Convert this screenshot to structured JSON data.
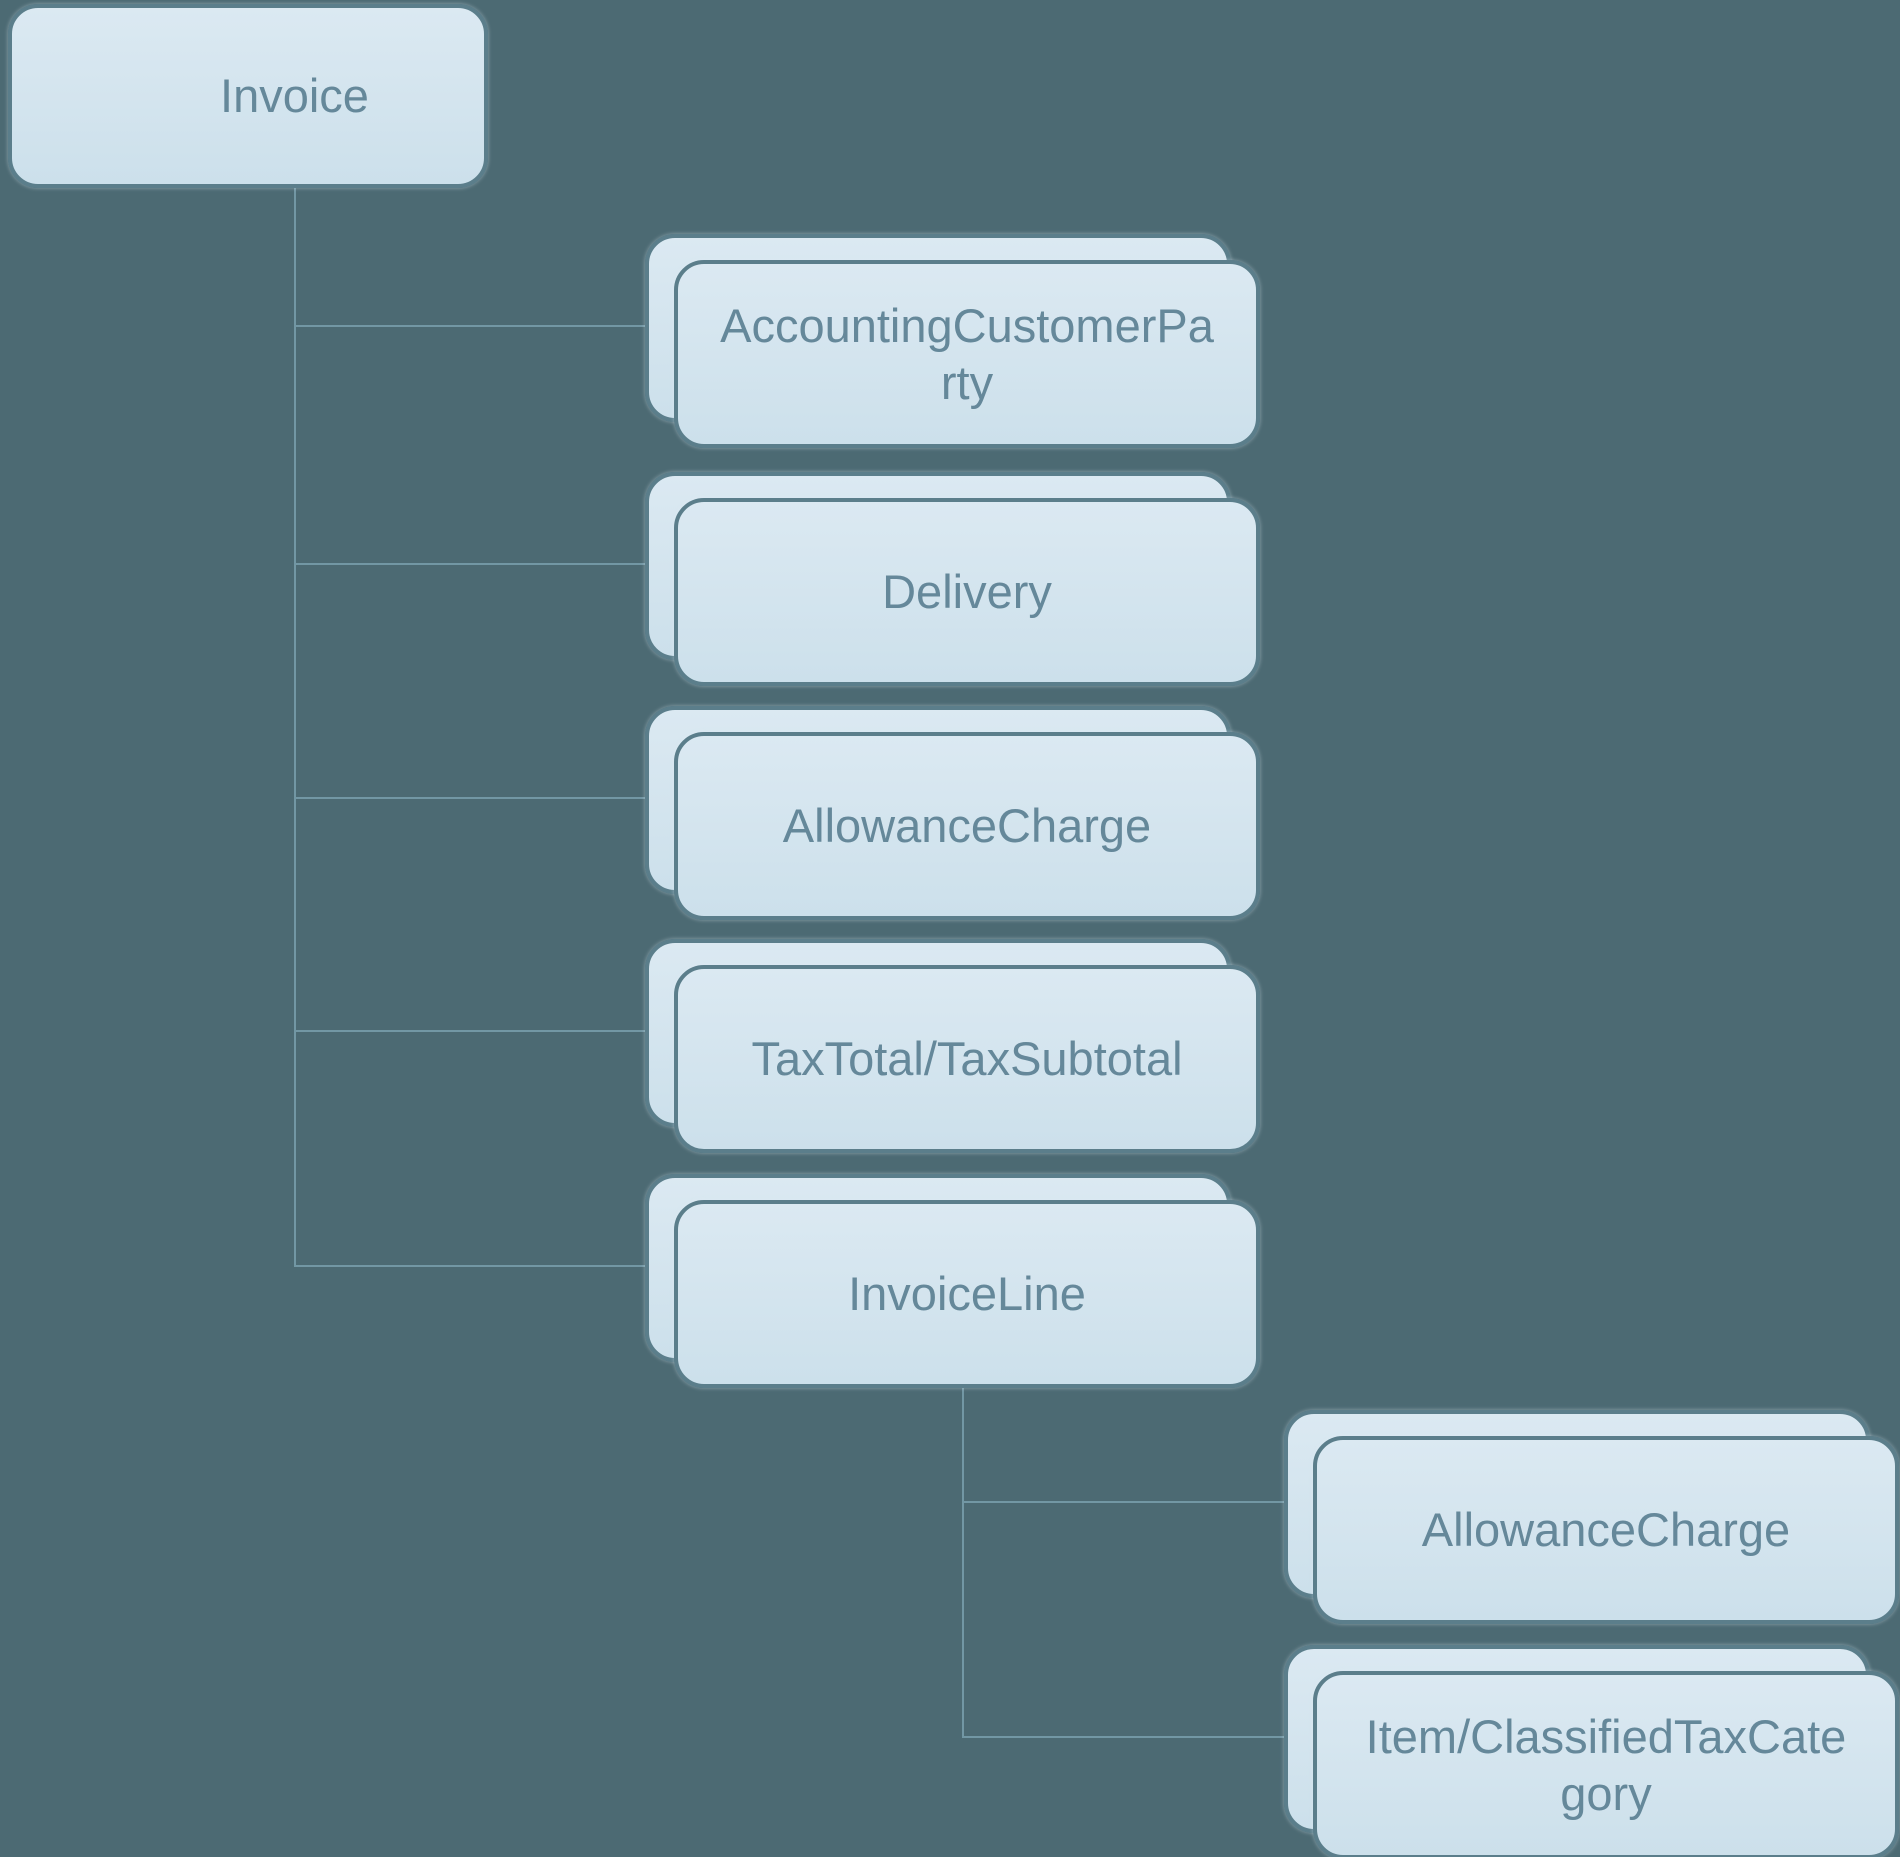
{
  "diagram": {
    "type": "tree-diagram",
    "root": {
      "id": "invoice",
      "label": "Invoice",
      "stacked": false
    },
    "children": [
      {
        "id": "accounting-customer-party",
        "label": "AccountingCustomerParty",
        "stacked": true
      },
      {
        "id": "delivery",
        "label": "Delivery",
        "stacked": true
      },
      {
        "id": "allowance-charge",
        "label": "AllowanceCharge",
        "stacked": true
      },
      {
        "id": "tax-total-tax-subtotal",
        "label": "TaxTotal/TaxSubtotal",
        "stacked": true
      },
      {
        "id": "invoice-line",
        "label": "InvoiceLine",
        "stacked": true
      }
    ],
    "invoice_line_children": [
      {
        "id": "invoice-line-allowance-charge",
        "label": "AllowanceCharge",
        "stacked": true
      },
      {
        "id": "item-classified-tax-category",
        "label": "Item/ClassifiedTaxCategory",
        "stacked": true
      }
    ],
    "colors": {
      "background": "#4c6a73",
      "card_fill": "#d3e4ee",
      "card_border": "#5b7e8b",
      "card_text": "#65889a",
      "connector": "#7297a4"
    }
  }
}
